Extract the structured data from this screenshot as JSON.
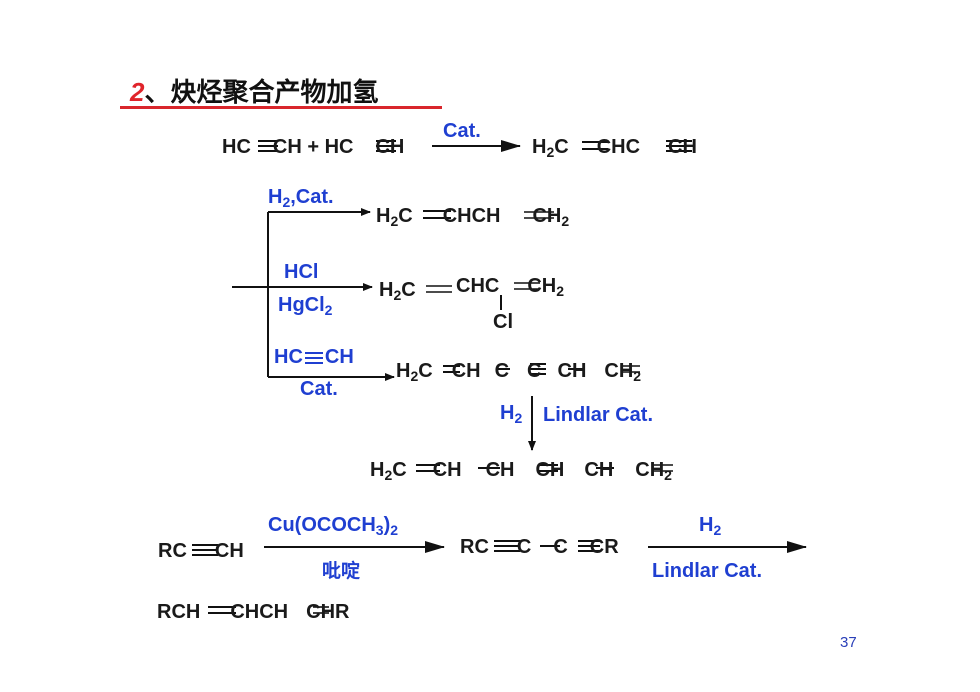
{
  "slide": {
    "title_number": "2",
    "title_sep": "、",
    "title_text": "炔烃聚合产物加氢",
    "page_number": "37"
  },
  "reaction1": {
    "reactant": "HC≡CH + HC≡CH",
    "catalyst": "Cat.",
    "product": "H₂C═CHC≡CH"
  },
  "branch_hydrogenation": {
    "reagent": "H₂,Cat.",
    "product": "H₂C═CHCH═CH₂"
  },
  "branch_hcl": {
    "reagent_top": "HCl",
    "reagent_bottom": "HgCl₂",
    "product": "H₂C═CHC═CH₂",
    "substituent": "Cl"
  },
  "branch_acetylene": {
    "reagent_top": "HC≡CH",
    "reagent_bottom": "Cat.",
    "product": "H₂C═CH−C≡C−CH═CH₂"
  },
  "lindlar_step": {
    "reagent_h2": "H₂",
    "catalyst": "Lindlar Cat.",
    "product": "H₂C═CH—CH═CH−CH═CH₂"
  },
  "coupling": {
    "reactant": "RC≡CH",
    "reagent_top": "Cu(OCOCH₃)₂",
    "reagent_bottom": "吡啶",
    "product": "RC≡C−C≡CR",
    "h2": "H₂",
    "lindlar": "Lindlar Cat.",
    "final_product": "RCH═CHCH═CHR"
  }
}
